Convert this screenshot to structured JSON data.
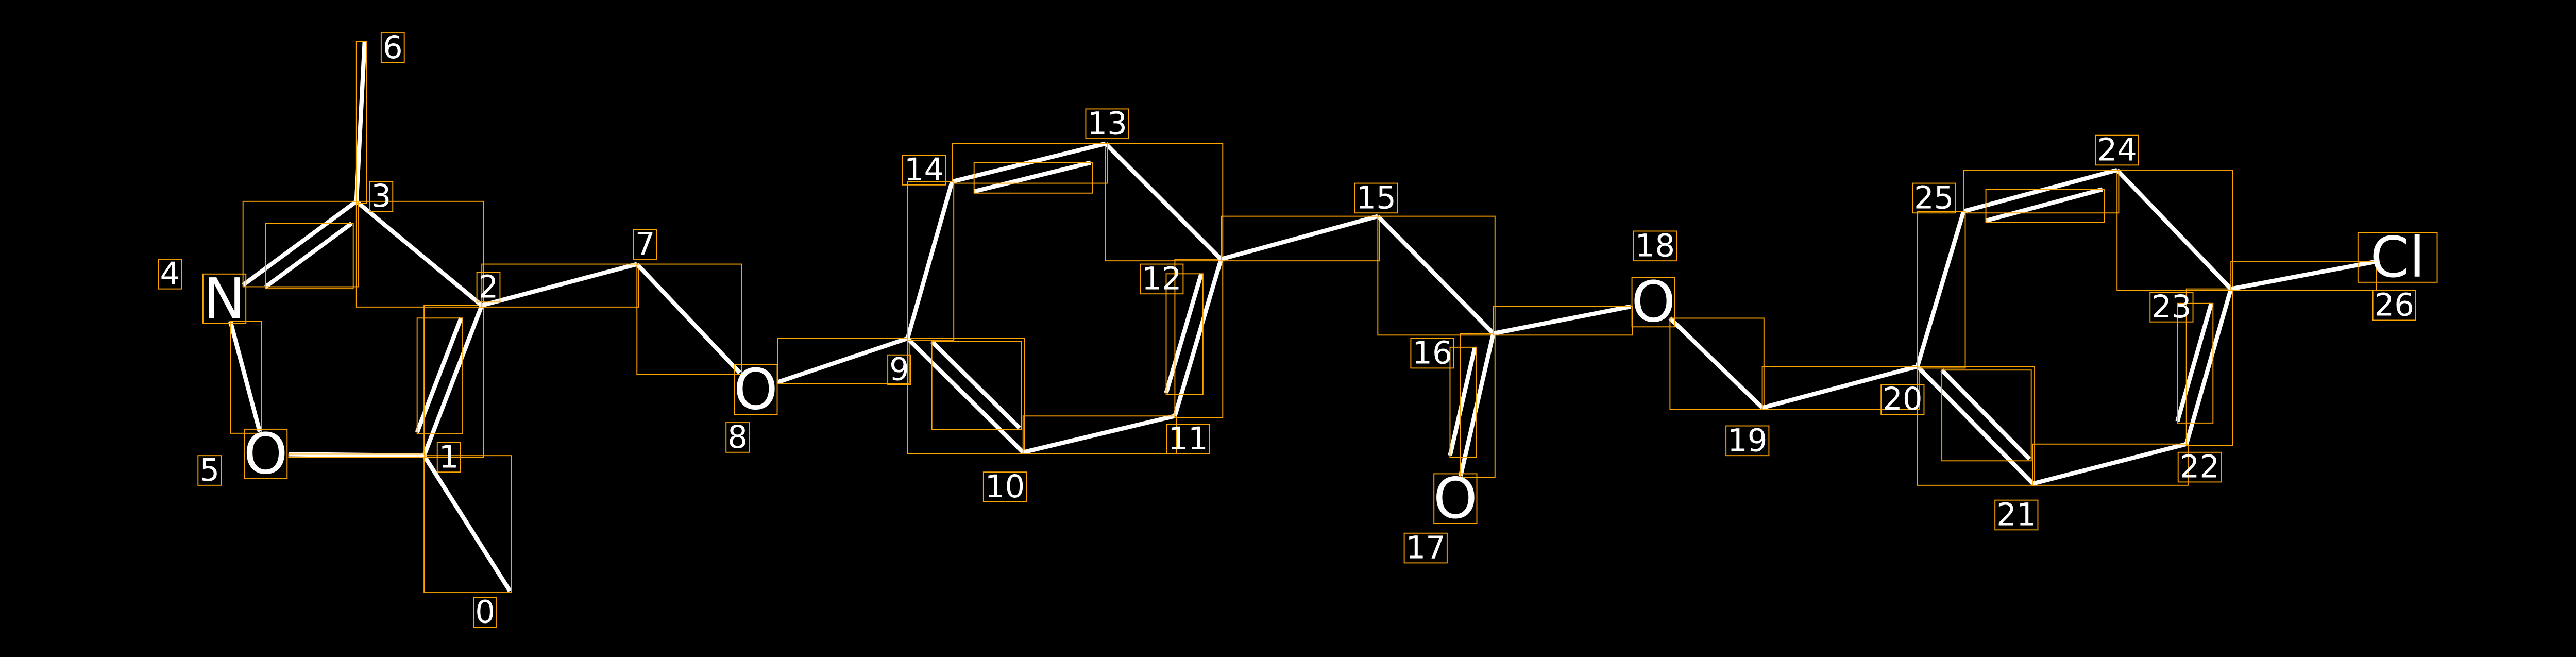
{
  "atoms": [
    {
      "index": "0",
      "symbol": ""
    },
    {
      "index": "1",
      "symbol": ""
    },
    {
      "index": "2",
      "symbol": ""
    },
    {
      "index": "3",
      "symbol": ""
    },
    {
      "index": "4",
      "symbol": "N"
    },
    {
      "index": "5",
      "symbol": "O"
    },
    {
      "index": "6",
      "symbol": ""
    },
    {
      "index": "7",
      "symbol": ""
    },
    {
      "index": "8",
      "symbol": "O"
    },
    {
      "index": "9",
      "symbol": ""
    },
    {
      "index": "10",
      "symbol": ""
    },
    {
      "index": "11",
      "symbol": ""
    },
    {
      "index": "12",
      "symbol": ""
    },
    {
      "index": "13",
      "symbol": ""
    },
    {
      "index": "14",
      "symbol": ""
    },
    {
      "index": "15",
      "symbol": ""
    },
    {
      "index": "16",
      "symbol": ""
    },
    {
      "index": "17",
      "symbol": "O"
    },
    {
      "index": "18",
      "symbol": "O"
    },
    {
      "index": "19",
      "symbol": ""
    },
    {
      "index": "20",
      "symbol": ""
    },
    {
      "index": "21",
      "symbol": ""
    },
    {
      "index": "22",
      "symbol": ""
    },
    {
      "index": "23",
      "symbol": ""
    },
    {
      "index": "24",
      "symbol": ""
    },
    {
      "index": "25",
      "symbol": ""
    },
    {
      "index": "26",
      "symbol": "Cl"
    }
  ],
  "bonds": [
    {
      "a": 0,
      "b": 1,
      "order": 1
    },
    {
      "a": 1,
      "b": 2,
      "order": 2
    },
    {
      "a": 2,
      "b": 3,
      "order": 1
    },
    {
      "a": 3,
      "b": 4,
      "order": 2
    },
    {
      "a": 4,
      "b": 5,
      "order": 1
    },
    {
      "a": 5,
      "b": 1,
      "order": 1
    },
    {
      "a": 3,
      "b": 6,
      "order": 1
    },
    {
      "a": 2,
      "b": 7,
      "order": 1
    },
    {
      "a": 7,
      "b": 8,
      "order": 1
    },
    {
      "a": 8,
      "b": 9,
      "order": 1
    },
    {
      "a": 9,
      "b": 10,
      "order": 2
    },
    {
      "a": 10,
      "b": 11,
      "order": 1
    },
    {
      "a": 11,
      "b": 12,
      "order": 2
    },
    {
      "a": 12,
      "b": 13,
      "order": 1
    },
    {
      "a": 13,
      "b": 14,
      "order": 2
    },
    {
      "a": 14,
      "b": 9,
      "order": 1
    },
    {
      "a": 12,
      "b": 15,
      "order": 1
    },
    {
      "a": 15,
      "b": 16,
      "order": 1
    },
    {
      "a": 16,
      "b": 17,
      "order": 2
    },
    {
      "a": 16,
      "b": 18,
      "order": 1
    },
    {
      "a": 18,
      "b": 19,
      "order": 1
    },
    {
      "a": 19,
      "b": 20,
      "order": 1
    },
    {
      "a": 20,
      "b": 21,
      "order": 2
    },
    {
      "a": 21,
      "b": 22,
      "order": 1
    },
    {
      "a": 22,
      "b": 23,
      "order": 2
    },
    {
      "a": 23,
      "b": 24,
      "order": 1
    },
    {
      "a": 24,
      "b": 25,
      "order": 2
    },
    {
      "a": 25,
      "b": 20,
      "order": 1
    },
    {
      "a": 23,
      "b": 26,
      "order": 1
    }
  ]
}
